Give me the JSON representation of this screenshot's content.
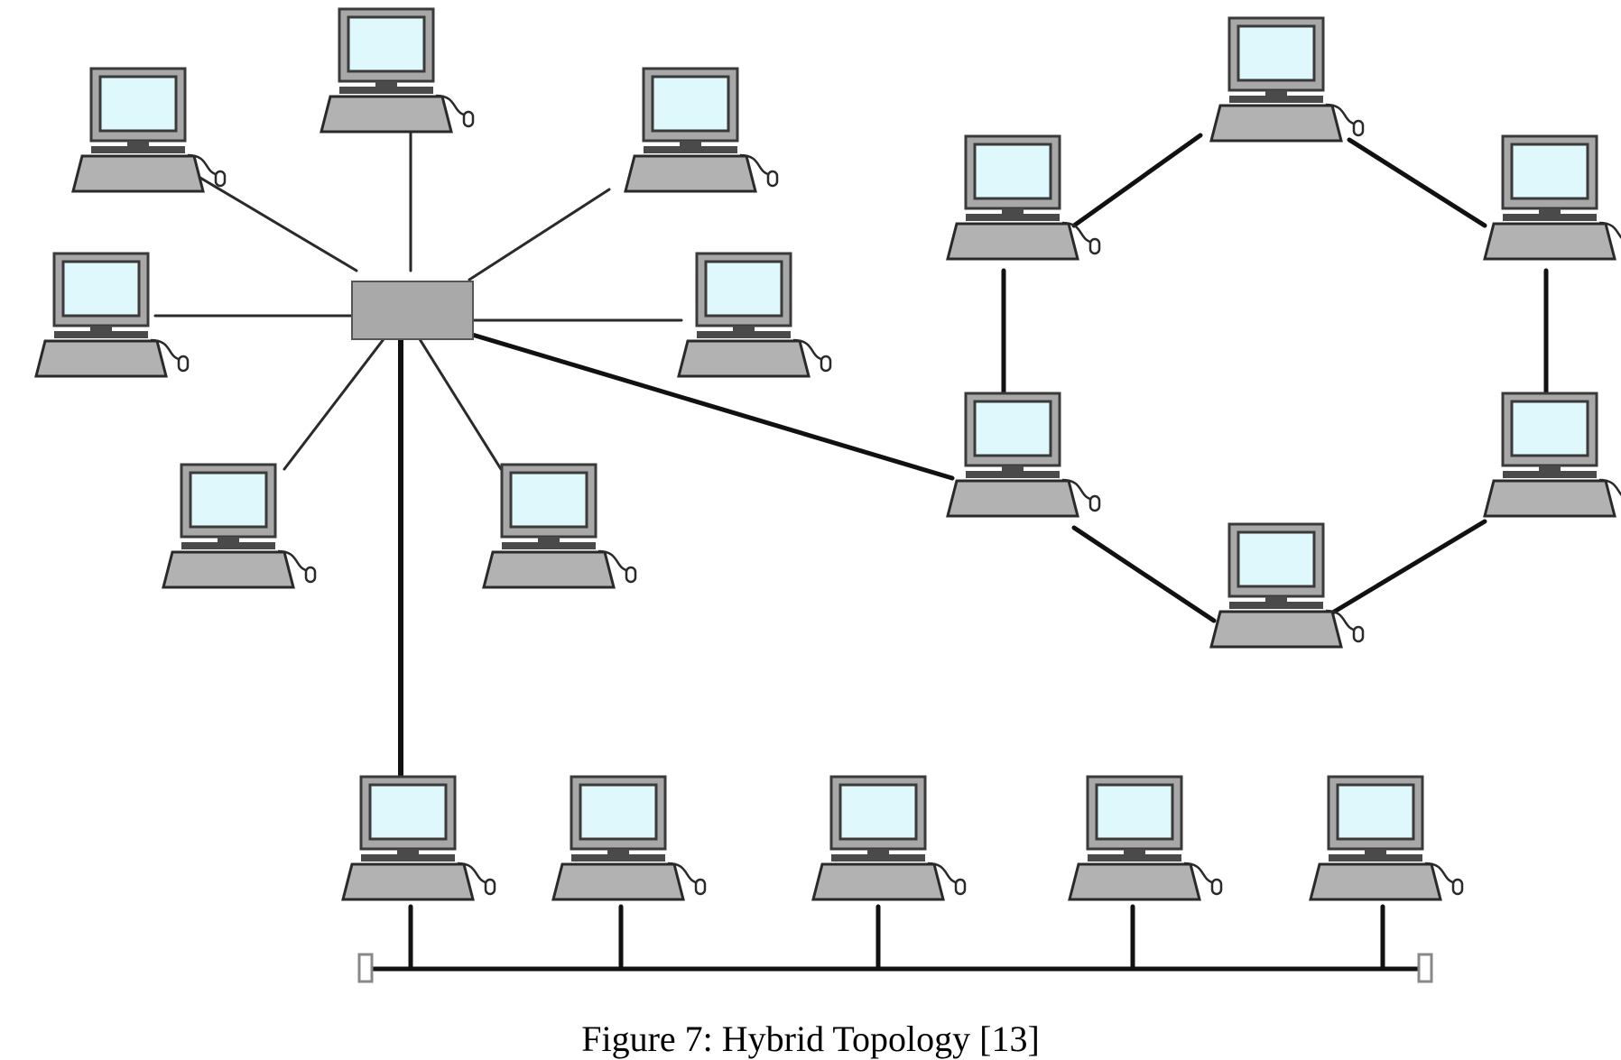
{
  "caption": "Figure 7: Hybrid Topology [13]",
  "colors": {
    "screen": "#dff8fc",
    "body": "#a8a8a8",
    "link": "#111111",
    "hub": "#a9a9a9"
  },
  "icons": {
    "computer": "computer-icon",
    "hub": "hub-icon",
    "terminator": "terminator-icon"
  },
  "nodes": {
    "star": [
      "star-pc-1",
      "star-pc-2",
      "star-pc-3",
      "star-pc-4",
      "star-pc-5",
      "star-pc-6",
      "star-pc-7"
    ],
    "ring": [
      "ring-pc-1",
      "ring-pc-2",
      "ring-pc-3",
      "ring-pc-4",
      "ring-pc-5",
      "ring-pc-6"
    ],
    "bus": [
      "bus-pc-1",
      "bus-pc-2",
      "bus-pc-3",
      "bus-pc-4",
      "bus-pc-5"
    ]
  }
}
